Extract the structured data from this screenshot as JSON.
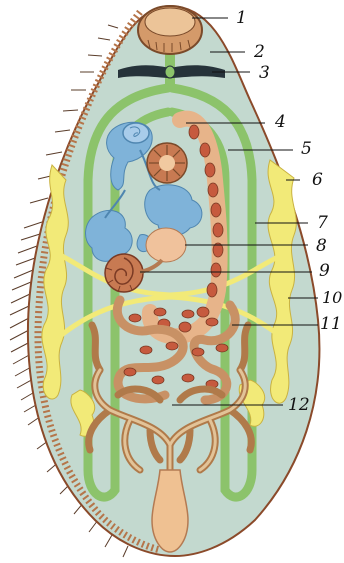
{
  "labels": [
    "1",
    "2",
    "3",
    "4",
    "5",
    "6",
    "7",
    "8",
    "9",
    "10",
    "11",
    "12"
  ],
  "colors": {
    "body_fill": "#c3d9cf",
    "body_outline": "#8b4a2a",
    "intestine_green": "#8cc36b",
    "vitellaria_yellow": "#f2ea78",
    "uterus_brown": "#c89165",
    "egg_red": "#c65a3e",
    "ovary_blue": "#7fb3d9",
    "sucker_orange": "#e7b48a",
    "nerve_dark": "#26333a"
  }
}
